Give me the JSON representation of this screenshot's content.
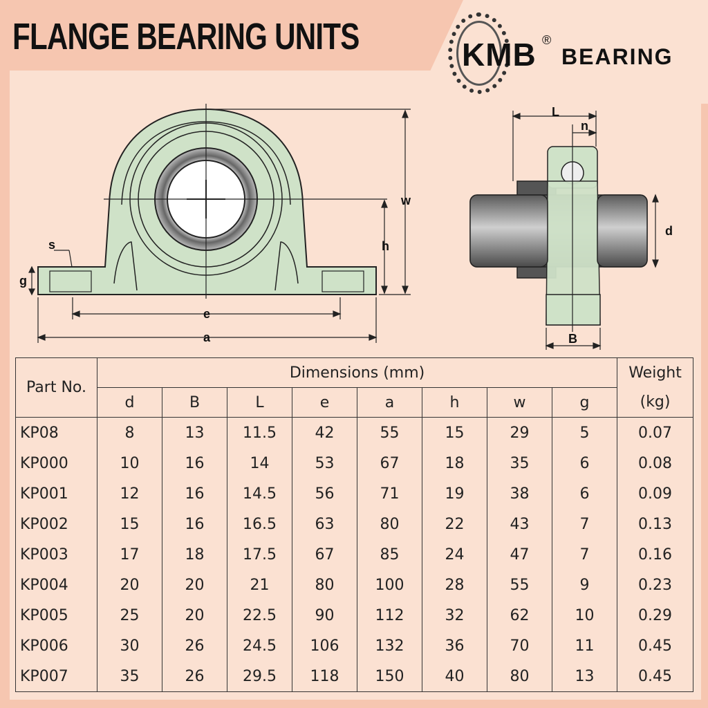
{
  "header": {
    "title": "FLANGE BEARING UNITS",
    "logo": {
      "brand": "KMB",
      "registered": "®",
      "suffix": "BEARING"
    }
  },
  "drawing": {
    "front_labels": {
      "s": "s",
      "g": "g",
      "h": "h",
      "w": "w",
      "e": "e",
      "a": "a"
    },
    "side_labels": {
      "L": "L",
      "n": "n",
      "d": "d",
      "B": "B"
    },
    "colors": {
      "housing": "#cfe2c8",
      "shaft": "#7a7a7a",
      "background": "#fbe1d2",
      "band": "#f6c6b0"
    }
  },
  "table": {
    "part_header": "Part No.",
    "dimensions_header": "Dimensions (mm)",
    "weight_header": "Weight",
    "weight_unit": "(kg)",
    "columns": [
      "d",
      "B",
      "L",
      "e",
      "a",
      "h",
      "w",
      "g"
    ],
    "rows": [
      [
        "KP08",
        "8",
        "13",
        "11.5",
        "42",
        "55",
        "15",
        "29",
        "5",
        "0.07"
      ],
      [
        "KP000",
        "10",
        "16",
        "14",
        "53",
        "67",
        "18",
        "35",
        "6",
        "0.08"
      ],
      [
        "KP001",
        "12",
        "16",
        "14.5",
        "56",
        "71",
        "19",
        "38",
        "6",
        "0.09"
      ],
      [
        "KP002",
        "15",
        "16",
        "16.5",
        "63",
        "80",
        "22",
        "43",
        "7",
        "0.13"
      ],
      [
        "KP003",
        "17",
        "18",
        "17.5",
        "67",
        "85",
        "24",
        "47",
        "7",
        "0.16"
      ],
      [
        "KP004",
        "20",
        "20",
        "21",
        "80",
        "100",
        "28",
        "55",
        "9",
        "0.23"
      ],
      [
        "KP005",
        "25",
        "20",
        "22.5",
        "90",
        "112",
        "32",
        "62",
        "10",
        "0.29"
      ],
      [
        "KP006",
        "30",
        "26",
        "24.5",
        "106",
        "132",
        "36",
        "70",
        "11",
        "0.45"
      ],
      [
        "KP007",
        "35",
        "26",
        "29.5",
        "118",
        "150",
        "40",
        "80",
        "13",
        "0.45"
      ]
    ]
  }
}
